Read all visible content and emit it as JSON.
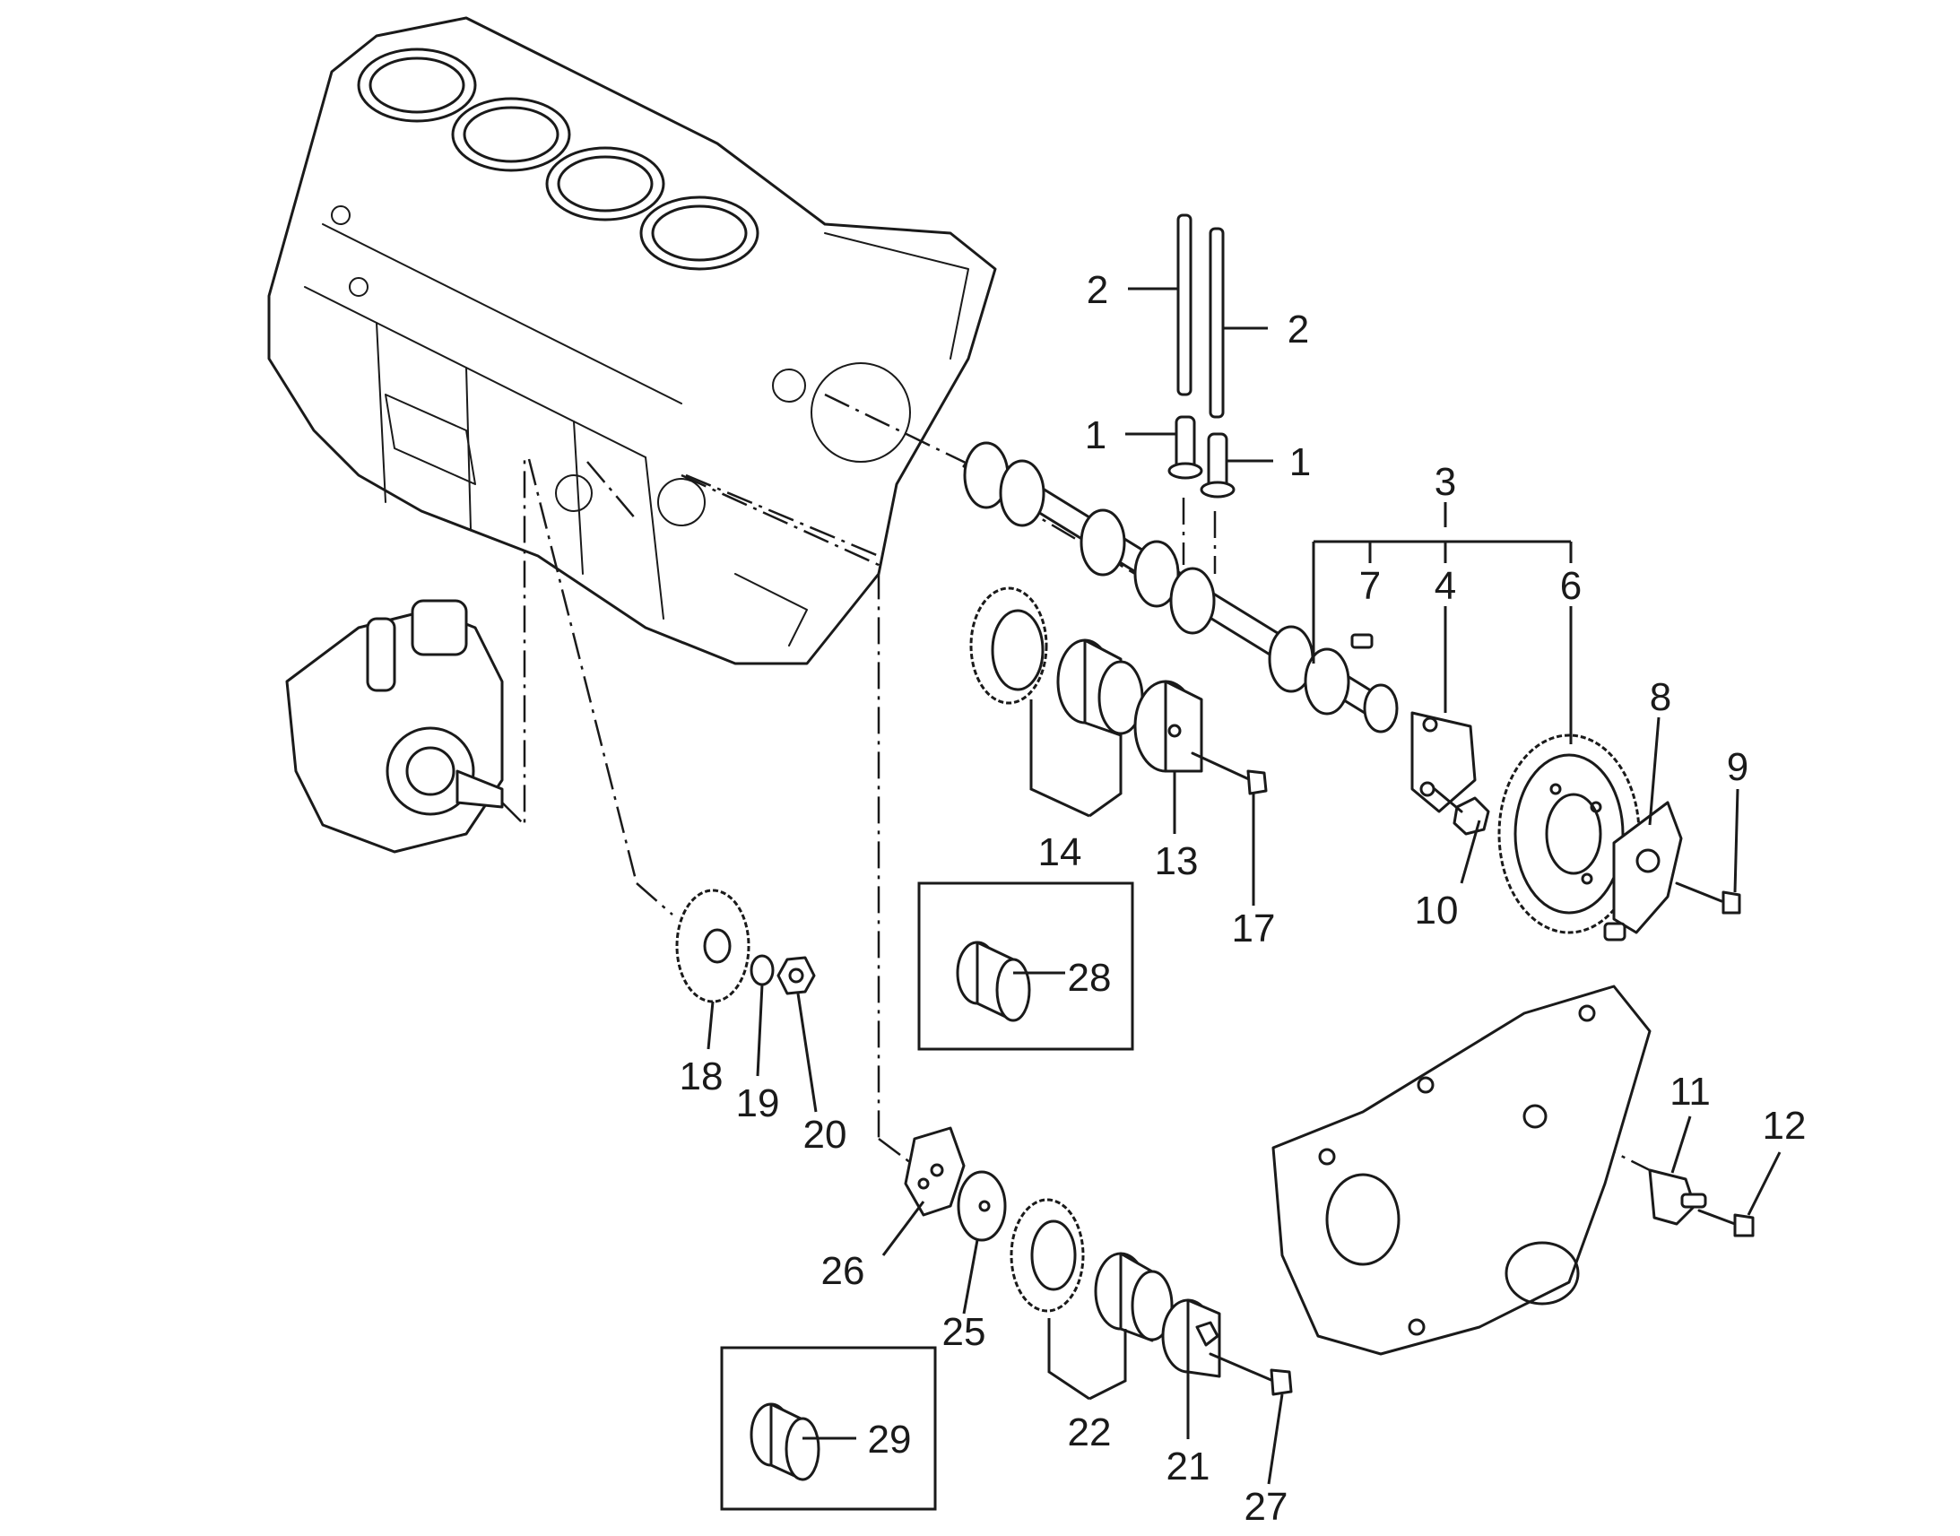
{
  "labels": {
    "n1": "1",
    "n2": "2",
    "n3": "3",
    "n4": "4",
    "n6": "6",
    "n7": "7",
    "n8": "8",
    "n9": "9",
    "n10": "10",
    "n11": "11",
    "n12": "12",
    "n13": "13",
    "n14": "14",
    "n17": "17",
    "n18": "18",
    "n19": "19",
    "n20": "20",
    "n21": "21",
    "n22": "22",
    "n25": "25",
    "n26": "26",
    "n27": "27",
    "n28": "28",
    "n29": "29"
  },
  "colors": {
    "line": "#1a1a1a",
    "background": "#ffffff"
  }
}
